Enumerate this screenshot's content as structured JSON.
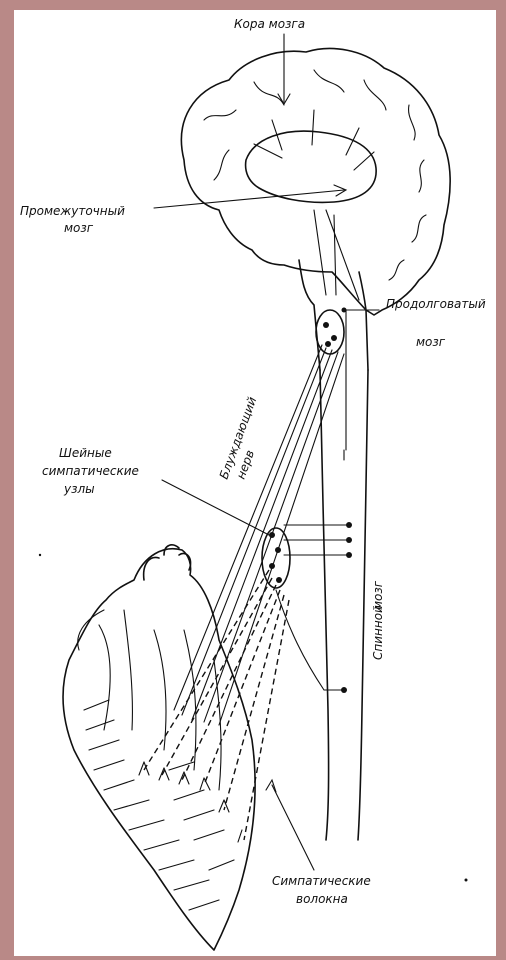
{
  "diagram": {
    "labels": {
      "cortex": "Кора мозга",
      "diencephalon_1": "Промежуточный",
      "diencephalon_2": "мозг",
      "medulla_1": "Продолговатый",
      "medulla_2": "мозг",
      "vagus_1": "Блуждающий",
      "vagus_2": "нерв",
      "cervical_1": "Шейные",
      "cervical_2": "симпатические",
      "cervical_3": "узлы",
      "spinal_1": "Спинной",
      "spinal_2": "мозг",
      "fibers_1": "Симпатические",
      "fibers_2": "волокна"
    }
  }
}
